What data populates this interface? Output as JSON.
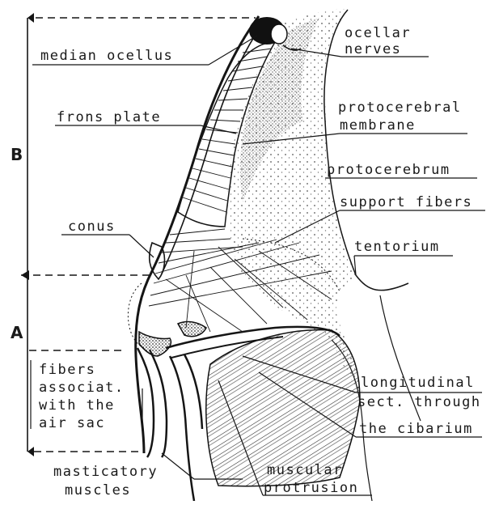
{
  "diagram": {
    "labels": {
      "median_ocellus": "median ocellus",
      "ocellar_nerves": [
        "ocellar",
        "nerves"
      ],
      "frons_plate": "frons plate",
      "protocerebral_membrane": [
        "protocerebral",
        "membrane"
      ],
      "protocerebrum": "protocerebrum",
      "support_fibers": "support fibers",
      "conus": "conus",
      "tentorium": "tentorium",
      "fibers_air_sac": [
        "fibers",
        "associat.",
        "with the",
        "air sac"
      ],
      "longitudinal_section": [
        "longitudinal",
        "sect. through",
        "the cibarium"
      ],
      "masticatory_muscles": [
        "masticatory",
        "muscles"
      ],
      "muscular_protrusion": [
        "muscular",
        "protrusion"
      ]
    },
    "regions": {
      "b": "B",
      "a": "A"
    }
  }
}
